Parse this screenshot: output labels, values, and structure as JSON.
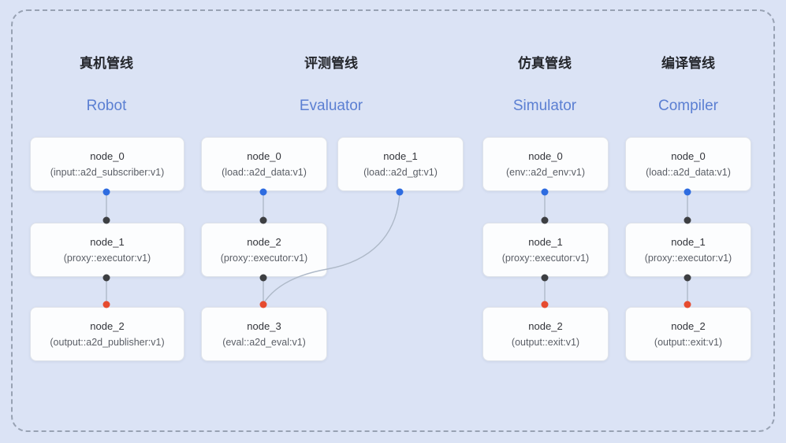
{
  "colors": {
    "background": "#dbe3f5",
    "frame_border": "#98a2b3",
    "node_bg": "#fcfdfe",
    "node_border": "#dfe3ea",
    "title_cn": "#24262b",
    "title_en": "#5b7fd2",
    "edge": "#aeb9c8",
    "port_blue": "#2e6ce0",
    "port_black": "#3d3f42",
    "port_red": "#e64b2f"
  },
  "pipelines": [
    {
      "title_cn": "真机管线",
      "title_en": "Robot",
      "nodes": [
        {
          "name": "node_0",
          "type": "(input::a2d_subscriber:v1)"
        },
        {
          "name": "node_1",
          "type": "(proxy::executor:v1)"
        },
        {
          "name": "node_2",
          "type": "(output::a2d_publisher:v1)"
        }
      ]
    },
    {
      "title_cn": "评测管线",
      "title_en": "Evaluator",
      "nodes": [
        {
          "name": "node_0",
          "type": "(load::a2d_data:v1)"
        },
        {
          "name": "node_1",
          "type": "(load::a2d_gt:v1)"
        },
        {
          "name": "node_2",
          "type": "(proxy::executor:v1)"
        },
        {
          "name": "node_3",
          "type": "(eval::a2d_eval:v1)"
        }
      ]
    },
    {
      "title_cn": "仿真管线",
      "title_en": "Simulator",
      "nodes": [
        {
          "name": "node_0",
          "type": "(env::a2d_env:v1)"
        },
        {
          "name": "node_1",
          "type": "(proxy::executor:v1)"
        },
        {
          "name": "node_2",
          "type": "(output::exit:v1)"
        }
      ]
    },
    {
      "title_cn": "编译管线",
      "title_en": "Compiler",
      "nodes": [
        {
          "name": "node_0",
          "type": "(load::a2d_data:v1)"
        },
        {
          "name": "node_1",
          "type": "(proxy::executor:v1)"
        },
        {
          "name": "node_2",
          "type": "(output::exit:v1)"
        }
      ]
    }
  ]
}
